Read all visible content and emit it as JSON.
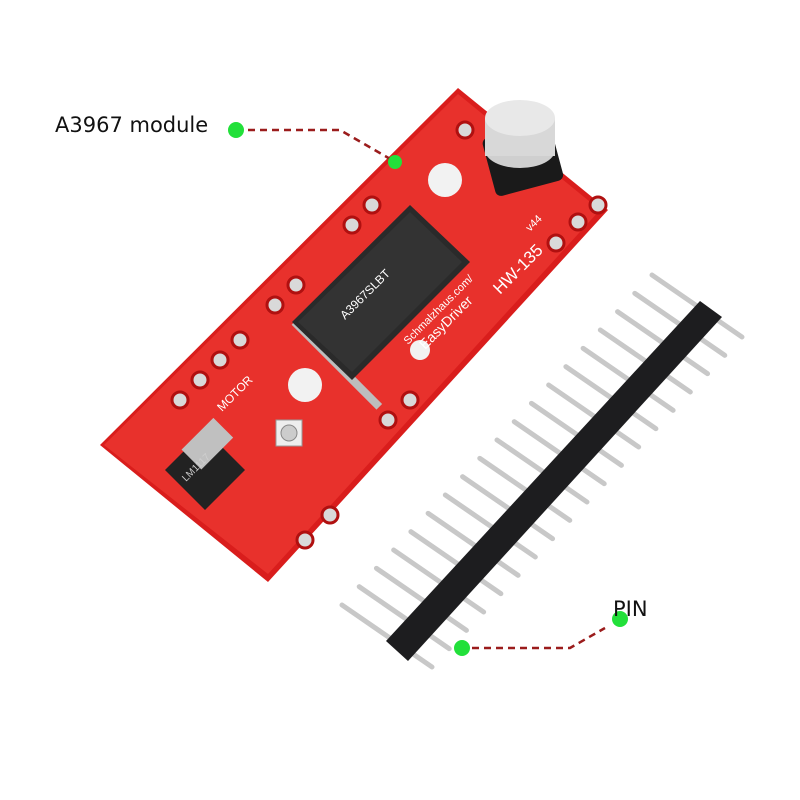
{
  "callouts": {
    "module": {
      "label": "A3967 module"
    },
    "pin": {
      "label": "PIN"
    }
  },
  "board": {
    "silkscreen": {
      "brand": "EasyDriver",
      "model": "HW-135",
      "site": "Schmalzhaus.com/",
      "version": "v44",
      "motor": "MOTOR",
      "chip": "A3967SLBT",
      "regulator": "LM1117"
    }
  },
  "header": {
    "pin_count": 19
  },
  "colors": {
    "board": "#e0201e",
    "chip": "#2a2a2a",
    "marker": "#22e03a",
    "leader": "#9b1c1c",
    "header": "#1d1d1f",
    "pin": "#c8c8c8"
  }
}
